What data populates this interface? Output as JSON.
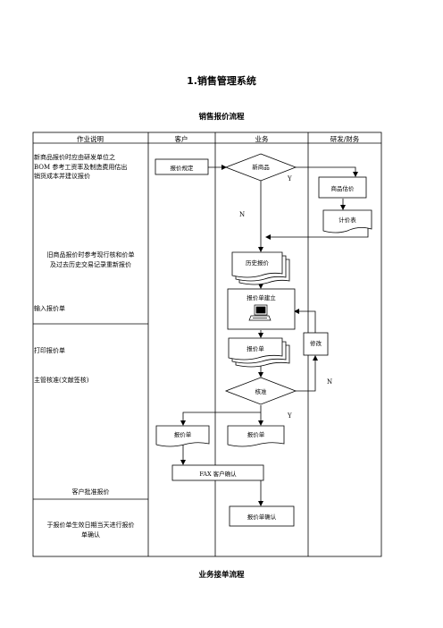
{
  "doc": {
    "title": "1.销售管理系统",
    "flow_title": "销售报价流程",
    "next_title": "业务接单流程"
  },
  "table": {
    "headers": [
      "作业说明",
      "客户",
      "业务",
      "研发/财务"
    ]
  },
  "descriptions": {
    "d1_line1": "新商品报价时应由研发单位之",
    "d1_line2": "BOM 参考工资率及制造费用估出",
    "d1_line3": "销货成本并建议报价",
    "d2_line1": "旧商品报价时参考现行核和价单",
    "d2_line2": "及过去历史交易记录重新报价",
    "d3": "输入报价单",
    "d4": "打印报价单",
    "d5": "主管核准(文献签核)",
    "d6": "客户批准报价",
    "d7_line1": "于报价单生效日期当天进行报价",
    "d7_line2": "单确认"
  },
  "nodes": {
    "price_rule": "报价规定",
    "new_product": "新商品",
    "product_valuation": "商品估价",
    "price_sheet": "计价表",
    "history_quote": "历史报价",
    "quote_create": "报价单建立",
    "quote_docs": "报价单",
    "approve": "核准",
    "modify": "修改",
    "quote_client": "报价单",
    "quote_sales": "报价单",
    "fax_confirm": "FAX 客户确认",
    "quote_confirm": "报价单确认"
  },
  "labels": {
    "y1": "Y",
    "n1": "N",
    "n2": "N",
    "y2": "Y"
  }
}
